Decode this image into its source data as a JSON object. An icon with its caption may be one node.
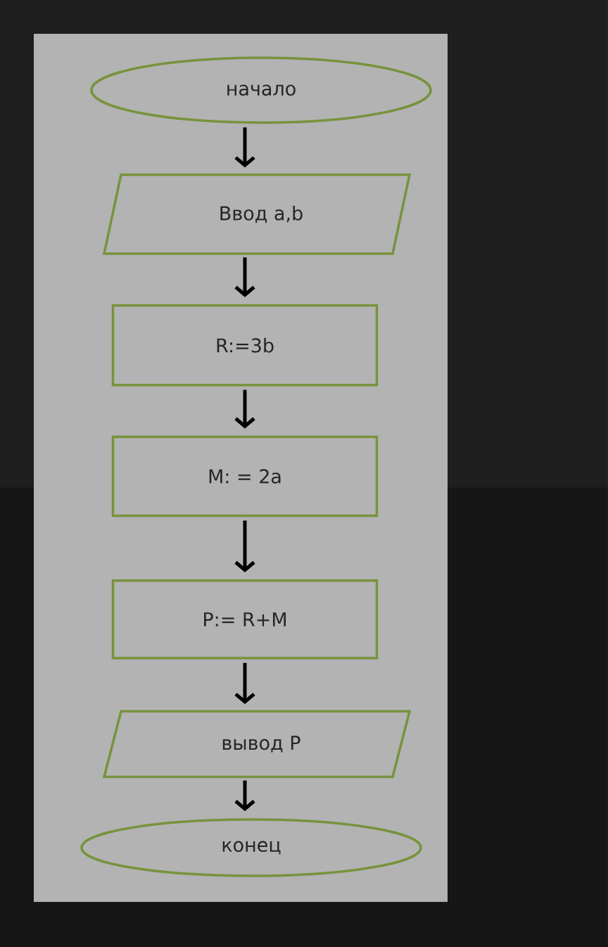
{
  "diagram": {
    "nodes": [
      {
        "text": [
          "начало"
        ]
      },
      {
        "text": [
          "Ввод a,b"
        ]
      },
      {
        "text": [
          "R:=3b"
        ]
      },
      {
        "text": [
          "M: = 2a"
        ]
      },
      {
        "text": [
          "P:= R+M"
        ]
      },
      {
        "text": [
          "вывод P"
        ]
      },
      {
        "text": [
          "конец"
        ]
      }
    ],
    "edges": [
      {
        "from": 0,
        "to": 1,
        "arrow": "to"
      },
      {
        "from": 1,
        "to": 2,
        "arrow": "to"
      },
      {
        "from": 2,
        "to": 3,
        "arrow": "to"
      },
      {
        "from": 3,
        "to": 4,
        "arrow": "to"
      },
      {
        "from": 4,
        "to": 5,
        "arrow": "to"
      },
      {
        "from": 5,
        "to": 6,
        "arrow": "to"
      }
    ]
  }
}
